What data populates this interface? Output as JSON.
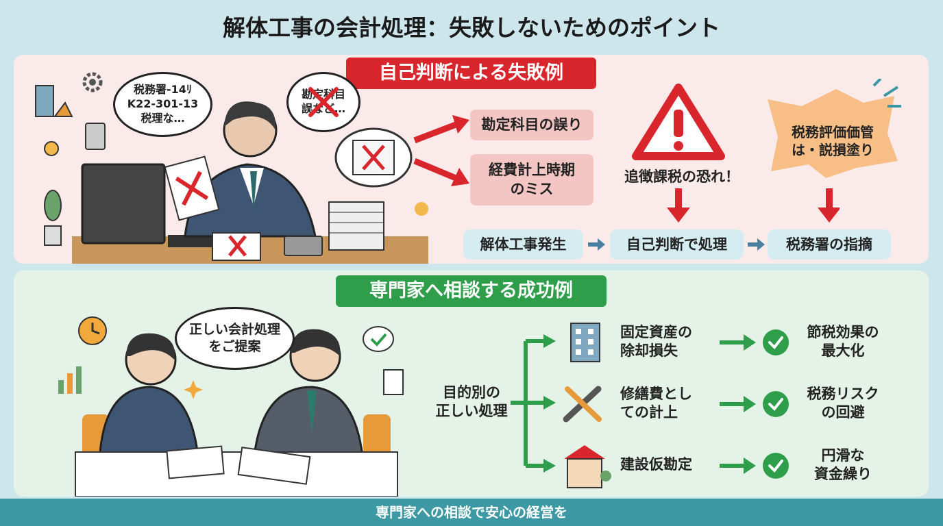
{
  "title": "解体工事の会計処理：失敗しないためのポイント",
  "failure": {
    "banner": "自己判断による失敗例",
    "bubble_left": [
      "税務署-14ﾘ",
      "K22-301-13",
      "税理な…"
    ],
    "thought_bubble": [
      "勘定科目",
      "誤など…"
    ],
    "errors": [
      "勘定科目の誤り",
      "経費計上時期\nのミス"
    ],
    "warning_label": "追徴課税の恐れ！",
    "burst_text": [
      "税務評価価管",
      "は・説損塗り"
    ],
    "flow": [
      "解体工事発生",
      "自己判断で処理",
      "税務署の指摘"
    ],
    "colors": {
      "accent": "#d9262d",
      "panel": "#fbeaea"
    }
  },
  "success": {
    "banner": "専門家へ相談する成功例",
    "speech": [
      "正しい会計処理",
      "をご提案"
    ],
    "root": [
      "目的別の",
      "正しい処理"
    ],
    "branches": [
      {
        "icon": "office-building-icon",
        "method": [
          "固定資産の",
          "除却損失"
        ],
        "result": [
          "節税効果の",
          "最大化"
        ]
      },
      {
        "icon": "wrench-screwdriver-icon",
        "method": [
          "修繕費とし",
          "ての計上"
        ],
        "result": [
          "税務リスク",
          "の回避"
        ]
      },
      {
        "icon": "house-building-icon",
        "method": [
          "建設仮勘定"
        ],
        "result": [
          "円滑な",
          "資金繰り"
        ]
      }
    ],
    "colors": {
      "accent": "#2e9e4b",
      "panel": "#e5f2e8"
    }
  },
  "footer": "専門家への相談で安心の経営を"
}
